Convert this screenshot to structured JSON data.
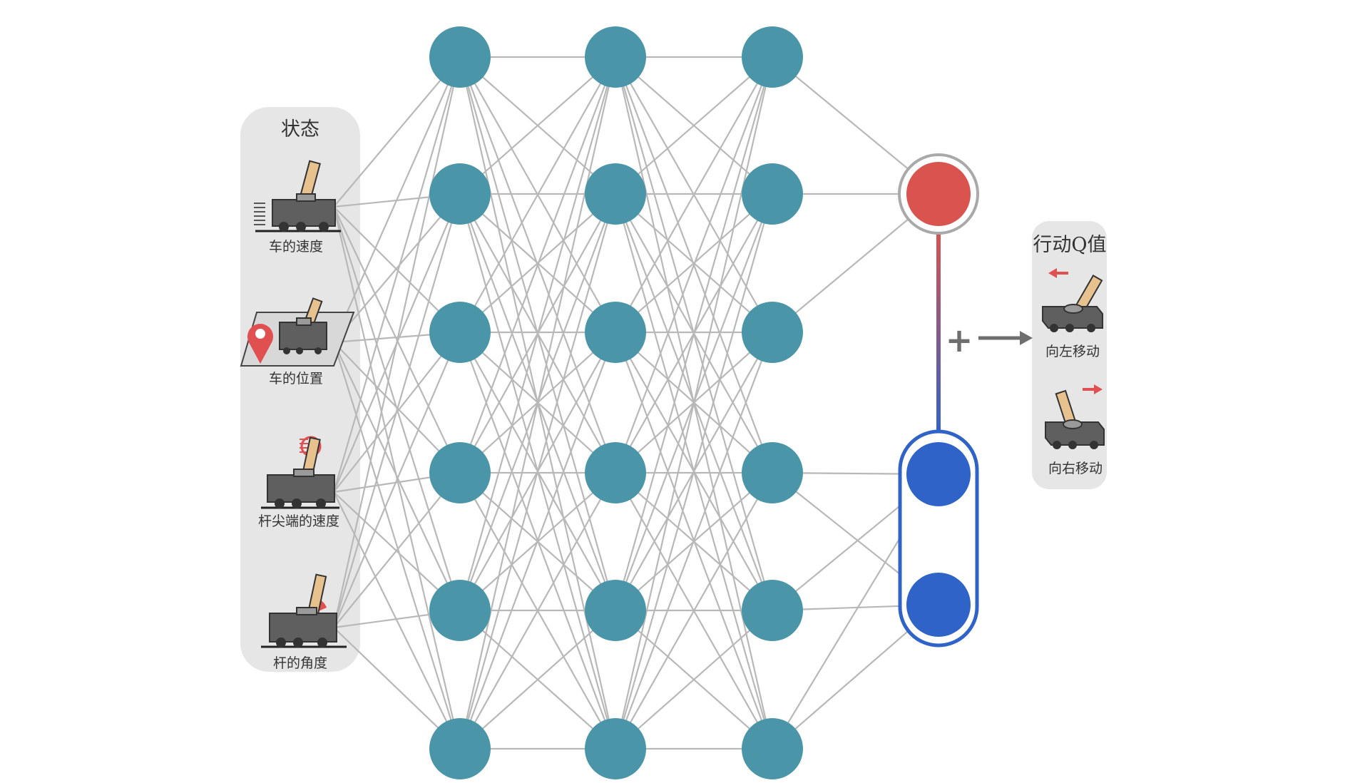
{
  "state_panel": {
    "title": "状态",
    "items": [
      {
        "label": "车的速度",
        "icon": "cart-speed-icon"
      },
      {
        "label": "车的位置",
        "icon": "cart-position-icon"
      },
      {
        "label": "杆尖端的速度",
        "icon": "pole-tip-velocity-icon"
      },
      {
        "label": "杆的角度",
        "icon": "pole-angle-icon"
      }
    ]
  },
  "network": {
    "hidden_layers": [
      6,
      6,
      6
    ],
    "value_stream": {
      "outputs": 1,
      "color": "#d9534f"
    },
    "advantage_stream": {
      "outputs": 2,
      "color": "#2f63c8"
    },
    "node_color": "#4a96a8",
    "edge_color": "#b8b8b8",
    "aggregation_symbol": "+"
  },
  "output_panel": {
    "title": "行动Q值",
    "items": [
      {
        "label": "向左移动",
        "icon": "move-left-icon"
      },
      {
        "label": "向右移动",
        "icon": "move-right-icon"
      }
    ]
  },
  "colors": {
    "panel_bg": "#e6e6e6",
    "accent_red": "#e05050",
    "accent_blue": "#2f63c8",
    "cart_body": "#5f5f5f",
    "pole": "#e8c28e"
  }
}
